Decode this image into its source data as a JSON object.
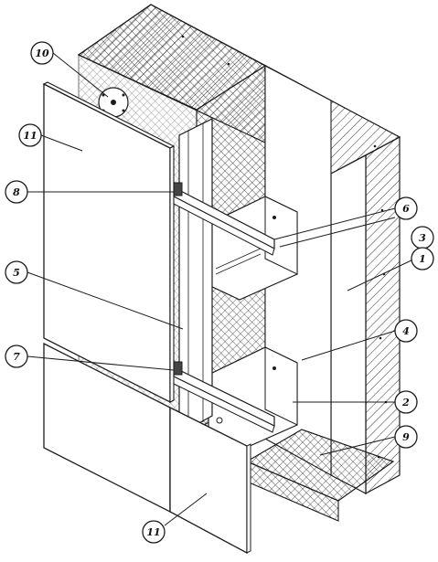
{
  "callouts": [
    {
      "id": "c1",
      "label": "1"
    },
    {
      "id": "c2",
      "label": "2"
    },
    {
      "id": "c3",
      "label": "3"
    },
    {
      "id": "c4",
      "label": "4"
    },
    {
      "id": "c5",
      "label": "5"
    },
    {
      "id": "c6",
      "label": "6"
    },
    {
      "id": "c7",
      "label": "7"
    },
    {
      "id": "c8",
      "label": "8"
    },
    {
      "id": "c9",
      "label": "9"
    },
    {
      "id": "c10",
      "label": "10"
    },
    {
      "id": "c11a",
      "label": "11"
    },
    {
      "id": "c11b",
      "label": "11"
    }
  ]
}
